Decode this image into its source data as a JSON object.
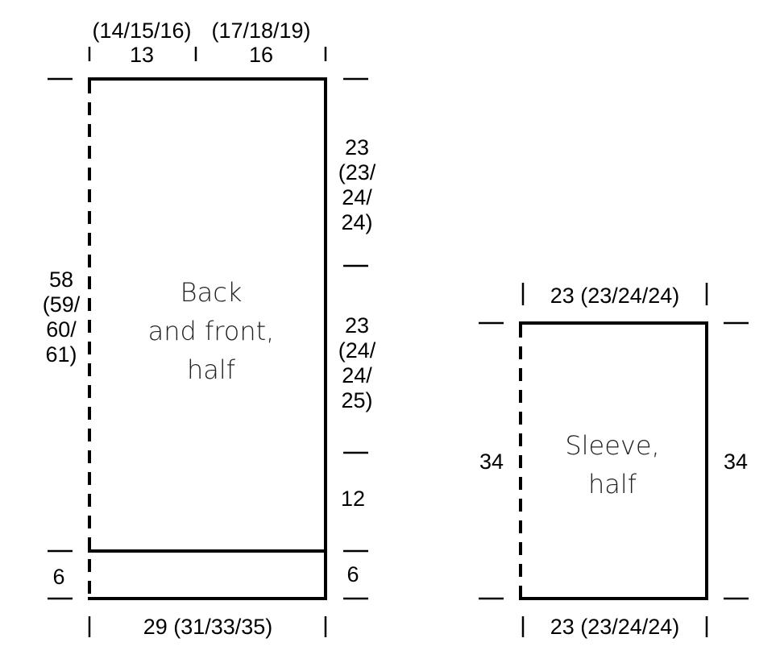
{
  "back_front": {
    "title": [
      "Back",
      "and front,",
      "half"
    ],
    "top_widths": {
      "left": {
        "value": "13",
        "alt": "(14/15/16)"
      },
      "right": {
        "value": "16",
        "alt": "(17/18/19)"
      }
    },
    "bottom_width": "29 (31/33/35)",
    "total_length": [
      "58",
      "(59/",
      "60/",
      "61)"
    ],
    "rib_length_left": "6",
    "rib_length_right": "6",
    "right_sections": {
      "top": [
        "23",
        "(23/",
        "24/",
        "24)"
      ],
      "middle": [
        "23",
        "(24/",
        "24/",
        "25)"
      ],
      "lower": "12"
    }
  },
  "sleeve": {
    "title": [
      "Sleeve,",
      "half"
    ],
    "top_width": "23 (23/24/24)",
    "bottom_width": "23 (23/24/24)",
    "length_left": "34",
    "length_right": "34"
  },
  "colors": {
    "line": "#000000",
    "background": "#ffffff"
  }
}
